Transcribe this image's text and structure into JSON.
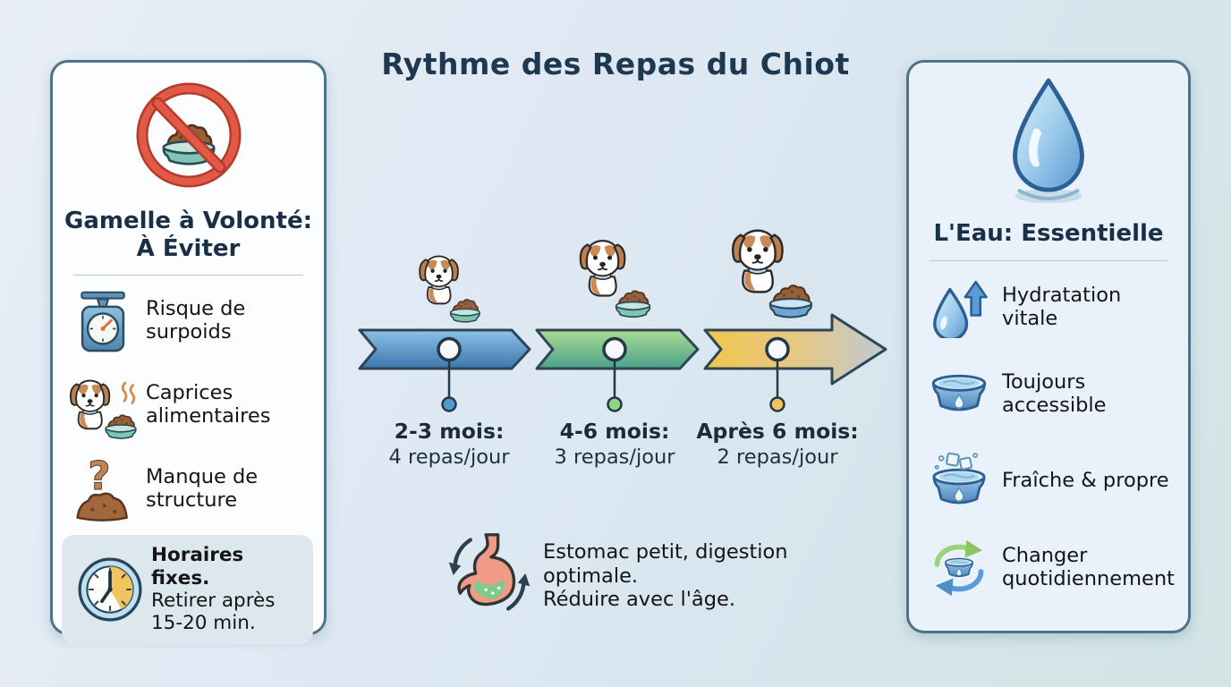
{
  "title": "Rythme des Repas du Chiot",
  "left_panel": {
    "icon": "no-free-feeding-icon",
    "header_line1": "Gamelle à Volonté:",
    "header_line2": "À Éviter",
    "items": [
      {
        "icon": "scale-icon",
        "label": "Risque de surpoids"
      },
      {
        "icon": "sad-puppy-bowl-icon",
        "label": "Caprices alimentaires"
      },
      {
        "icon": "question-food-icon",
        "label": "Manque de structure"
      }
    ],
    "highlight": {
      "icon": "clock-icon",
      "title": "Horaires fixes.",
      "text": "Retirer après 15-20 min."
    }
  },
  "timeline": {
    "stages": [
      {
        "age": "2-3 mois:",
        "meals": "4 repas/jour",
        "color": "#4f9bc9"
      },
      {
        "age": "4-6 mois:",
        "meals": "3 repas/jour",
        "color": "#8fd584"
      },
      {
        "age": "Après 6 mois:",
        "meals": "2 repas/jour",
        "color": "#f2c45f"
      }
    ],
    "note": {
      "line1": "Estomac petit, digestion optimale.",
      "line2": "Réduire avec l'âge."
    }
  },
  "right_panel": {
    "icon": "water-drop-icon",
    "header": "L'Eau: Essentielle",
    "items": [
      {
        "icon": "drop-up-arrow-icon",
        "label": "Hydratation vitale"
      },
      {
        "icon": "water-bowl-icon",
        "label": "Toujours accessible"
      },
      {
        "icon": "ice-bowl-icon",
        "label": "Fraîche & propre"
      },
      {
        "icon": "refresh-bowl-icon",
        "label": "Changer quotidiennement"
      }
    ]
  }
}
